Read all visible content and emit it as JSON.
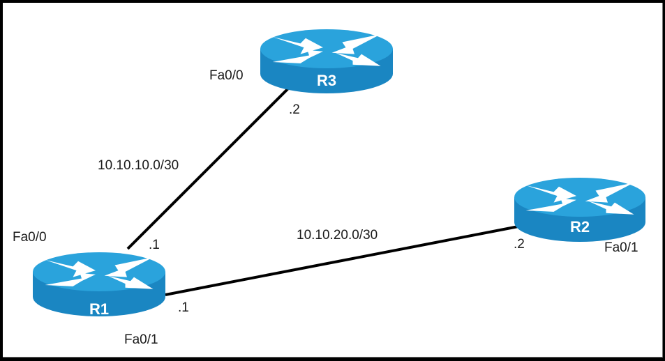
{
  "diagram": {
    "type": "network-topology",
    "colors": {
      "router_top": "#2aa3dc",
      "router_side": "#1a86c2",
      "router_side_dark": "#137bb5",
      "arrow": "#ffffff",
      "link": "#000000",
      "text": "#1a1a1a",
      "border": "#000000"
    },
    "routers": [
      {
        "id": "R1",
        "name": "R1"
      },
      {
        "id": "R2",
        "name": "R2"
      },
      {
        "id": "R3",
        "name": "R3"
      }
    ],
    "links": [
      {
        "from": "R1",
        "to": "R3",
        "subnet": "10.10.10.0/30",
        "from_interface": "Fa0/0",
        "from_host": ".1",
        "to_interface": "Fa0/0",
        "to_host": ".2"
      },
      {
        "from": "R1",
        "to": "R2",
        "subnet": "10.10.20.0/30",
        "from_interface": "Fa0/1",
        "from_host": ".1",
        "to_interface": "Fa0/1",
        "to_host": ".2"
      }
    ]
  }
}
